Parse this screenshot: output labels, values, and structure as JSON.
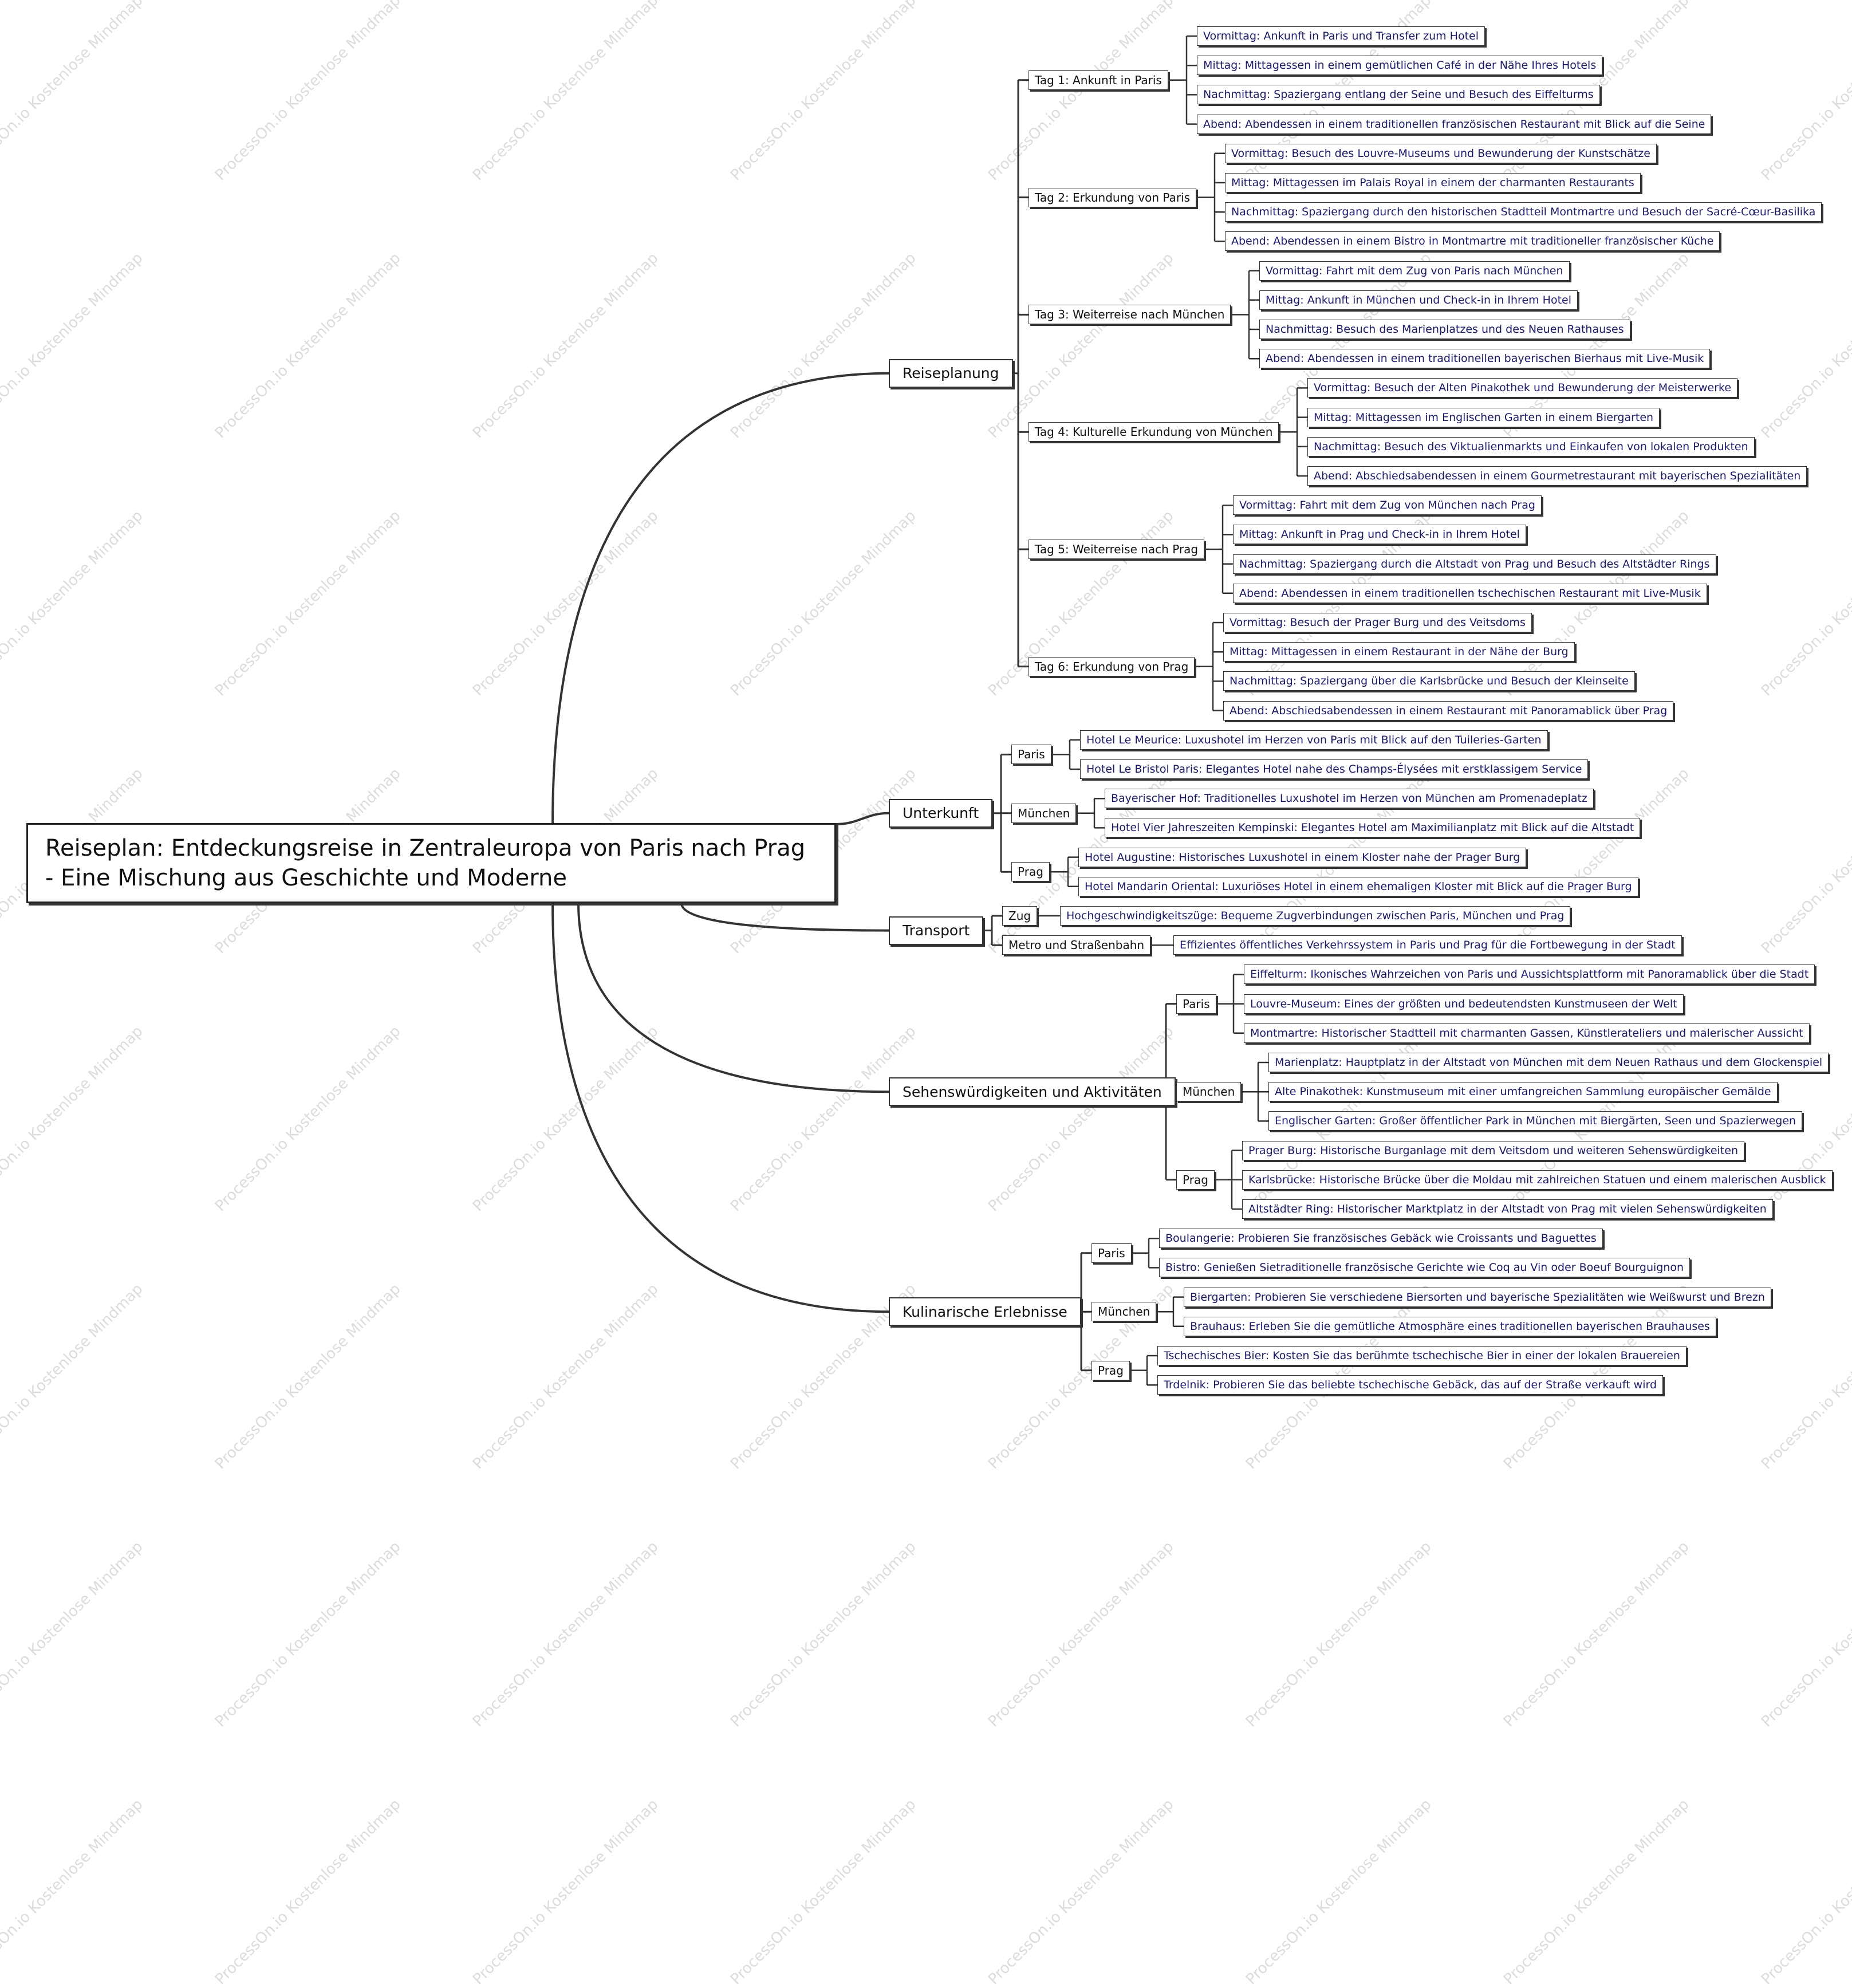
{
  "watermark": "ProcessOn.io Kostenlose Mindmap",
  "root": {
    "label": "Reiseplan: Entdeckungsreise in Zentraleuropa von Paris nach Prag - Eine Mischung aus Geschichte und Moderne"
  },
  "branches": [
    {
      "label": "Reiseplanung",
      "children": [
        {
          "label": "Tag 1: Ankunft in Paris",
          "children": [
            "Vormittag: Ankunft in Paris und Transfer zum Hotel",
            "Mittag: Mittagessen in einem gemütlichen Café in der Nähe Ihres Hotels",
            "Nachmittag: Spaziergang entlang der Seine und Besuch des Eiffelturms",
            "Abend: Abendessen in einem traditionellen französischen Restaurant mit Blick auf die Seine"
          ]
        },
        {
          "label": "Tag 2: Erkundung von Paris",
          "children": [
            "Vormittag: Besuch des Louvre-Museums und Bewunderung der Kunstschätze",
            "Mittag: Mittagessen im Palais Royal in einem der charmanten Restaurants",
            "Nachmittag: Spaziergang durch den historischen Stadtteil Montmartre und Besuch der Sacré-Cœur-Basilika",
            "Abend: Abendessen in einem Bistro in Montmartre mit traditioneller französischer Küche"
          ]
        },
        {
          "label": "Tag 3: Weiterreise nach München",
          "children": [
            "Vormittag: Fahrt mit dem Zug von Paris nach München",
            "Mittag: Ankunft in München und Check-in in Ihrem Hotel",
            "Nachmittag: Besuch des Marienplatzes und des Neuen Rathauses",
            "Abend: Abendessen in einem traditionellen bayerischen Bierhaus mit Live-Musik"
          ]
        },
        {
          "label": "Tag 4: Kulturelle Erkundung von München",
          "children": [
            "Vormittag: Besuch der Alten Pinakothek und Bewunderung der Meisterwerke",
            "Mittag: Mittagessen im Englischen Garten in einem Biergarten",
            "Nachmittag: Besuch des Viktualienmarkts und Einkaufen von lokalen Produkten",
            "Abend: Abschiedsabendessen in einem Gourmetrestaurant mit bayerischen Spezialitäten"
          ]
        },
        {
          "label": "Tag 5: Weiterreise nach Prag",
          "children": [
            "Vormittag: Fahrt mit dem Zug von München nach Prag",
            "Mittag: Ankunft in Prag und Check-in in Ihrem Hotel",
            "Nachmittag: Spaziergang durch die Altstadt von Prag und Besuch des Altstädter Rings",
            "Abend: Abendessen in einem traditionellen tschechischen Restaurant mit Live-Musik"
          ]
        },
        {
          "label": "Tag 6: Erkundung von Prag",
          "children": [
            "Vormittag: Besuch der Prager Burg und des Veitsdoms",
            "Mittag: Mittagessen in einem Restaurant in der Nähe der Burg",
            "Nachmittag: Spaziergang über die Karlsbrücke und Besuch der Kleinseite",
            "Abend: Abschiedsabendessen in einem Restaurant mit Panoramablick über Prag"
          ]
        }
      ]
    },
    {
      "label": "Unterkunft",
      "children": [
        {
          "label": "Paris",
          "children": [
            "Hotel Le Meurice: Luxushotel im Herzen von Paris mit Blick auf den Tuileries-Garten",
            "Hotel Le Bristol Paris: Elegantes Hotel nahe des Champs-Élysées mit erstklassigem Service"
          ]
        },
        {
          "label": "München",
          "children": [
            "Bayerischer Hof: Traditionelles Luxushotel im Herzen von München am Promenadeplatz",
            "Hotel Vier Jahreszeiten Kempinski: Elegantes Hotel am Maximilianplatz mit Blick auf die Altstadt"
          ]
        },
        {
          "label": "Prag",
          "children": [
            "Hotel Augustine: Historisches Luxushotel in einem Kloster nahe der Prager Burg",
            "Hotel Mandarin Oriental: Luxuriöses Hotel in einem ehemaligen Kloster mit Blick auf die Prager Burg"
          ]
        }
      ]
    },
    {
      "label": "Transport",
      "children": [
        {
          "label": "Zug",
          "children": [
            "Hochgeschwindigkeitszüge: Bequeme Zugverbindungen zwischen Paris, München und Prag"
          ]
        },
        {
          "label": "Metro und Straßenbahn",
          "children": [
            "Effizientes öffentliches Verkehrssystem in Paris und Prag für die Fortbewegung in der Stadt"
          ]
        }
      ]
    },
    {
      "label": "Sehenswürdigkeiten und Aktivitäten",
      "children": [
        {
          "label": "Paris",
          "children": [
            "Eiffelturm: Ikonisches Wahrzeichen von Paris und Aussichtsplattform mit Panoramablick über die Stadt",
            "Louvre-Museum: Eines der größten und bedeutendsten Kunstmuseen der Welt",
            "Montmartre: Historischer Stadtteil mit charmanten Gassen, Künstlerateliers und malerischer Aussicht"
          ]
        },
        {
          "label": "München",
          "children": [
            "Marienplatz: Hauptplatz in der Altstadt von München mit dem Neuen Rathaus und dem Glockenspiel",
            "Alte Pinakothek: Kunstmuseum mit einer umfangreichen Sammlung europäischer Gemälde",
            "Englischer Garten: Großer öffentlicher Park in München mit Biergärten, Seen und Spazierwegen"
          ]
        },
        {
          "label": "Prag",
          "children": [
            "Prager Burg: Historische Burganlage mit dem Veitsdom und weiteren Sehenswürdigkeiten",
            "Karlsbrücke: Historische Brücke über die Moldau mit zahlreichen Statuen und einem malerischen Ausblick",
            "Altstädter Ring: Historischer Marktplatz in der Altstadt von Prag mit vielen Sehenswürdigkeiten"
          ]
        }
      ]
    },
    {
      "label": "Kulinarische Erlebnisse",
      "children": [
        {
          "label": "Paris",
          "children": [
            "Boulangerie: Probieren Sie französisches Gebäck wie Croissants und Baguettes",
            "Bistro: Genießen Sietraditionelle französische Gerichte wie Coq au Vin oder Boeuf Bourguignon"
          ]
        },
        {
          "label": "München",
          "children": [
            "Biergarten: Probieren Sie verschiedene Biersorten und bayerische Spezialitäten wie Weißwurst und Brezn",
            "Brauhaus: Erleben Sie die gemütliche Atmosphäre eines traditionellen bayerischen Brauhauses"
          ]
        },
        {
          "label": "Prag",
          "children": [
            "Tschechisches Bier: Kosten Sie das berühmte tschechische Bier in einer der lokalen Brauereien",
            "Trdelnik: Probieren Sie das beliebte tschechische Gebäck, das auf der Straße verkauft wird"
          ]
        }
      ]
    }
  ]
}
